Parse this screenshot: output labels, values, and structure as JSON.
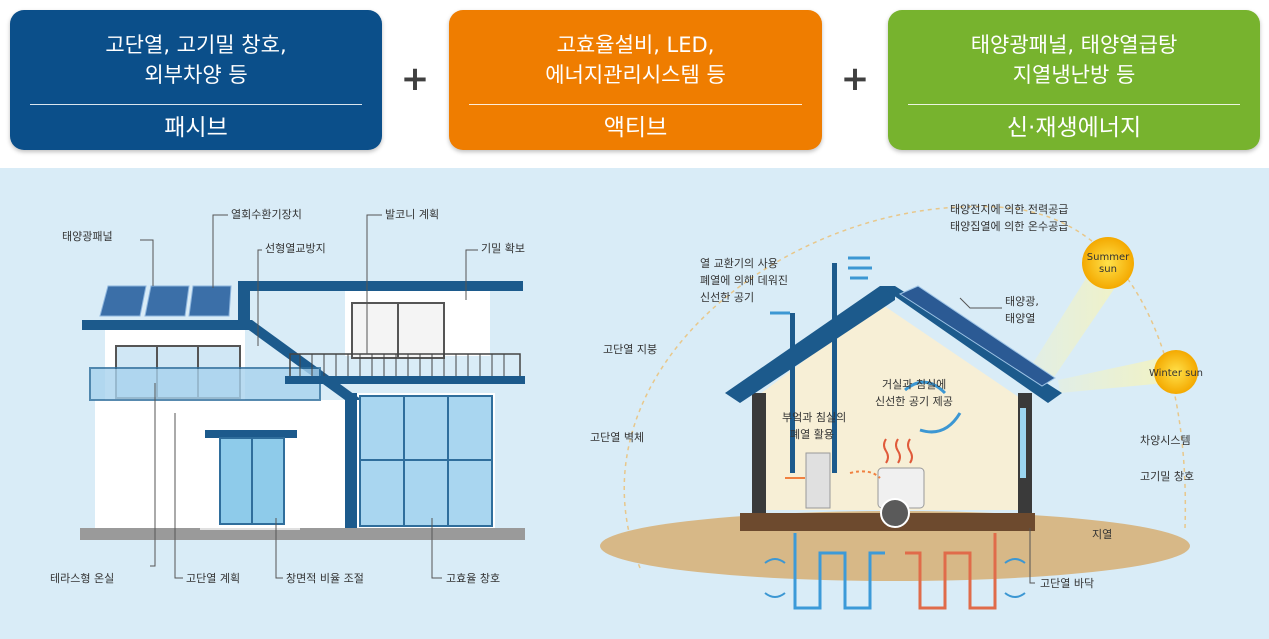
{
  "top_boxes": [
    {
      "line1": "고단열, 고기밀 창호,",
      "line2": "외부차양 등",
      "category": "패시브",
      "color": "#0b4f8a"
    },
    {
      "line1": "고효율설비, LED,",
      "line2": "에너지관리시스템 등",
      "category": "액티브",
      "color": "#ef7d00"
    },
    {
      "line1": "태양광패널, 태양열급탕",
      "line2": "지열냉난방 등",
      "category": "신·재생에너지",
      "color": "#77b32e"
    }
  ],
  "plus_sign": "+",
  "left_labels": {
    "solar_panel": "태양광패널",
    "heat_recovery": "열회수환기장치",
    "linear_thermal_bridge": "선형열교방지",
    "balcony_plan": "발코니 계획",
    "airtight": "기밀 확보",
    "terrace_greenhouse": "테라스형 온실",
    "insulation_plan": "고단열 계획",
    "window_ratio": "창면적 비율 조절",
    "high_eff_window": "고효율 창호"
  },
  "right_labels": {
    "solar_supply_1": "태양전지에 의한 전력공급",
    "solar_supply_2": "태양집열에 의한 온수공급",
    "summer_sun_1": "Summer",
    "summer_sun_2": "sun",
    "winter_sun": "Winter sun",
    "hx_1": "열 교환기의 사용",
    "hx_2": "폐열에 의해 데워진",
    "hx_3": "신선한 공기",
    "solar_pv_1": "태양광,",
    "solar_pv_2": "태양열",
    "insulated_roof": "고단열 지붕",
    "insulated_wall": "고단열 벽체",
    "kitchen_1": "부엌과 침실의",
    "kitchen_2": "폐열 활용",
    "living_1": "거실과 침실에",
    "living_2": "신선한 공기 제공",
    "shading": "차양시스템",
    "airtight_window": "고기밀 창호",
    "geothermal": "지열",
    "insulated_floor": "고단열 바닥"
  }
}
